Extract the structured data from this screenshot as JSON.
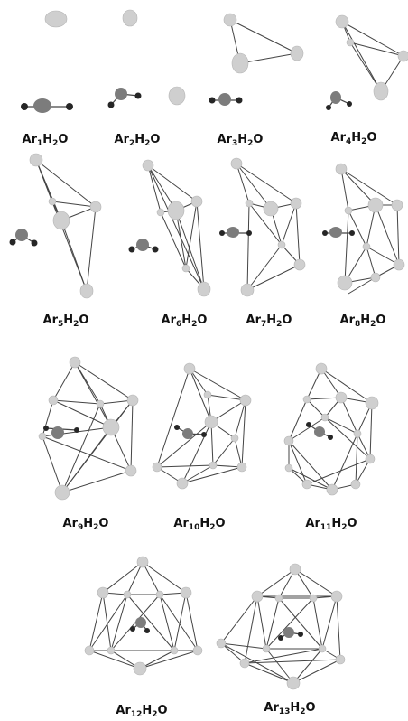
{
  "figure": {
    "colors": {
      "argon_atom": "#cfcfcf",
      "oxygen_atom": "#7c7c7c",
      "hydrogen_atom": "#262626",
      "bond_line": "#444444",
      "label_text": "#111111"
    },
    "clusters": [
      {
        "id": "ar1",
        "label_parts": [
          "Ar",
          "1",
          "H",
          "2",
          "O"
        ]
      },
      {
        "id": "ar2",
        "label_parts": [
          "Ar",
          "2",
          "H",
          "2",
          "O"
        ]
      },
      {
        "id": "ar3",
        "label_parts": [
          "Ar",
          "3",
          "H",
          "2",
          "O"
        ]
      },
      {
        "id": "ar4",
        "label_parts": [
          "Ar",
          "4",
          "H",
          "2",
          "O"
        ]
      },
      {
        "id": "ar5",
        "label_parts": [
          "Ar",
          "5",
          "H",
          "2",
          "O"
        ]
      },
      {
        "id": "ar6",
        "label_parts": [
          "Ar",
          "6",
          "H",
          "2",
          "O"
        ]
      },
      {
        "id": "ar7",
        "label_parts": [
          "Ar",
          "7",
          "H",
          "2",
          "O"
        ]
      },
      {
        "id": "ar8",
        "label_parts": [
          "Ar",
          "8",
          "H",
          "2",
          "O"
        ]
      },
      {
        "id": "ar9",
        "label_parts": [
          "Ar",
          "9",
          "H",
          "2",
          "O"
        ]
      },
      {
        "id": "ar10",
        "label_parts": [
          "Ar",
          "10",
          "H",
          "2",
          "O"
        ]
      },
      {
        "id": "ar11",
        "label_parts": [
          "Ar",
          "11",
          "H",
          "2",
          "O"
        ]
      },
      {
        "id": "ar12",
        "label_parts": [
          "Ar",
          "12",
          "H",
          "2",
          "O"
        ]
      },
      {
        "id": "ar13",
        "label_parts": [
          "Ar",
          "13",
          "H",
          "2",
          "O"
        ]
      }
    ]
  }
}
